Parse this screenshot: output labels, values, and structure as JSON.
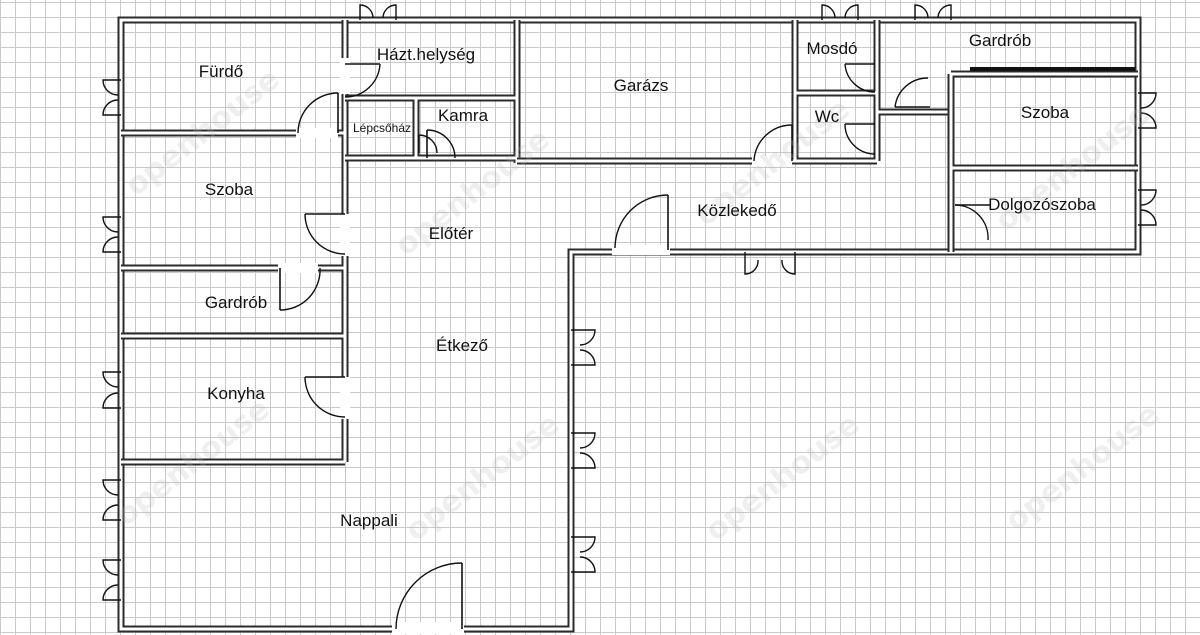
{
  "rooms": {
    "furdo": "Fürdő",
    "haztartas": "Házt.helység",
    "garazs": "Garázs",
    "mosdo": "Mosdó",
    "gardrob_top": "Gardrób",
    "lepcsohaz": "Lépcsőház",
    "kamra": "Kamra",
    "wc": "Wc",
    "szoba_right": "Szoba",
    "szoba_left": "Szoba",
    "eloter": "Előtér",
    "kozlekedo": "Közlekedő",
    "dolgozoszoba": "Dolgozószoba",
    "gardrob_left": "Gardrób",
    "etkezo": "Étkező",
    "konyha": "Konyha",
    "nappali": "Nappali"
  },
  "watermark": "openhouse",
  "colors": {
    "wall": "#2b2b2b",
    "wall_inner": "#ffffff",
    "grid": "#c9c9c9"
  }
}
